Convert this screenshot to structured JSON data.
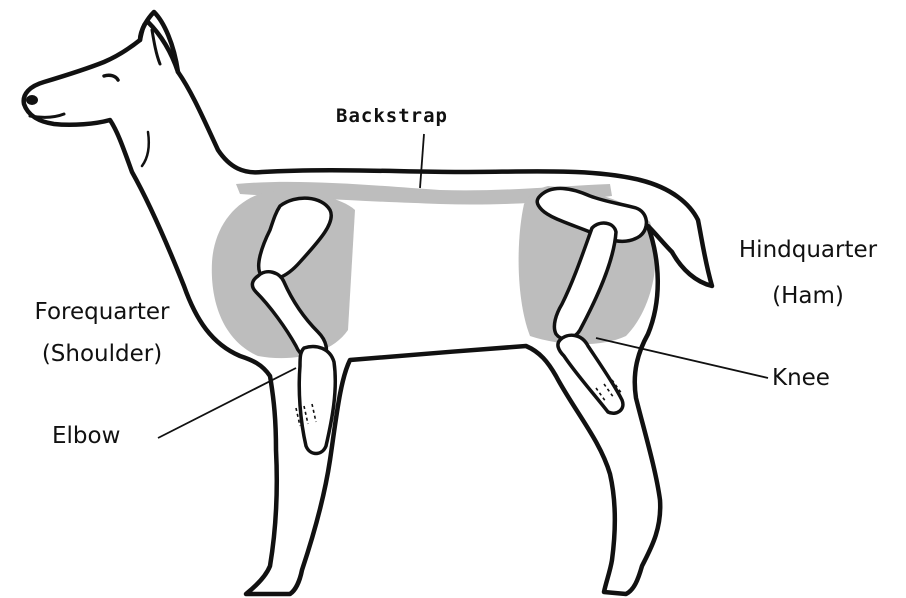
{
  "labels": {
    "backstrap": "Backstrap",
    "hindquarter": "Hindquarter",
    "ham": "(Ham)",
    "forequarter": "Forequarter",
    "shoulder": "(Shoulder)",
    "elbow": "Elbow",
    "knee": "Knee"
  },
  "colors": {
    "outline": "#111111",
    "meat_shading": "#bdbdbd",
    "background": "#ffffff"
  }
}
